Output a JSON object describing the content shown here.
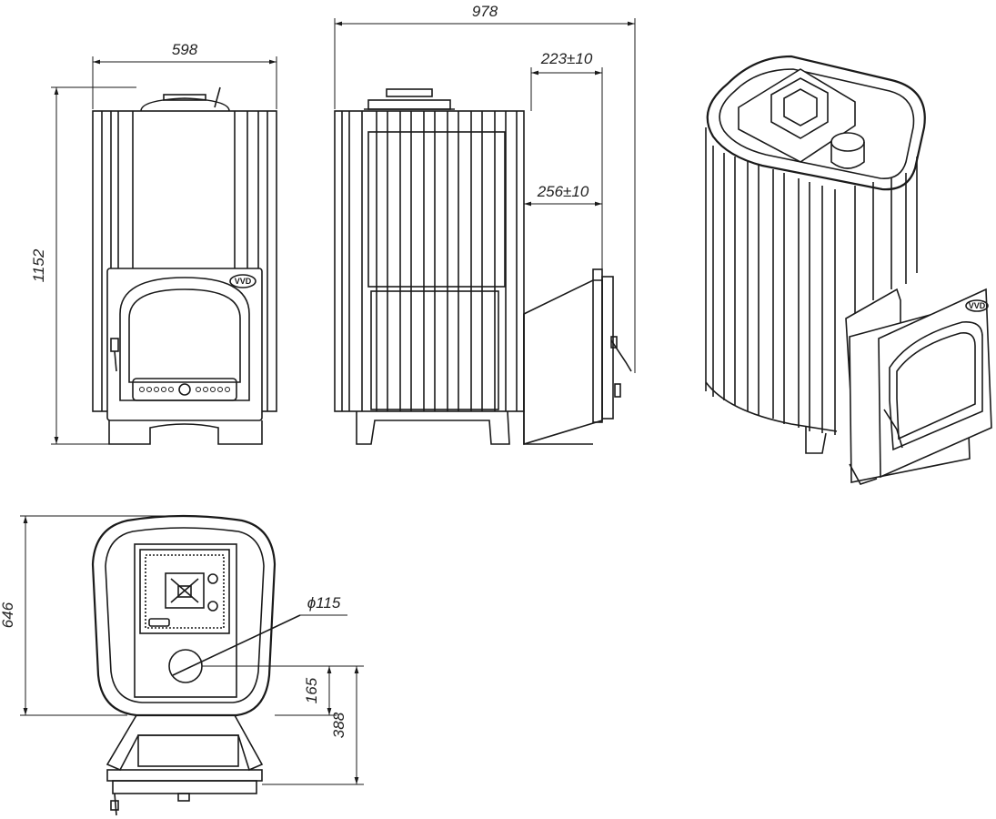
{
  "dimensions": {
    "front_width": "598",
    "height": "1152",
    "side_depth": "978",
    "offset_223": "223±10",
    "offset_256": "256±10",
    "top_depth": "646",
    "chimney_diameter": "ϕ115",
    "chimney_offset": "165",
    "door_offset": "388"
  },
  "brand_logo": "VVD"
}
